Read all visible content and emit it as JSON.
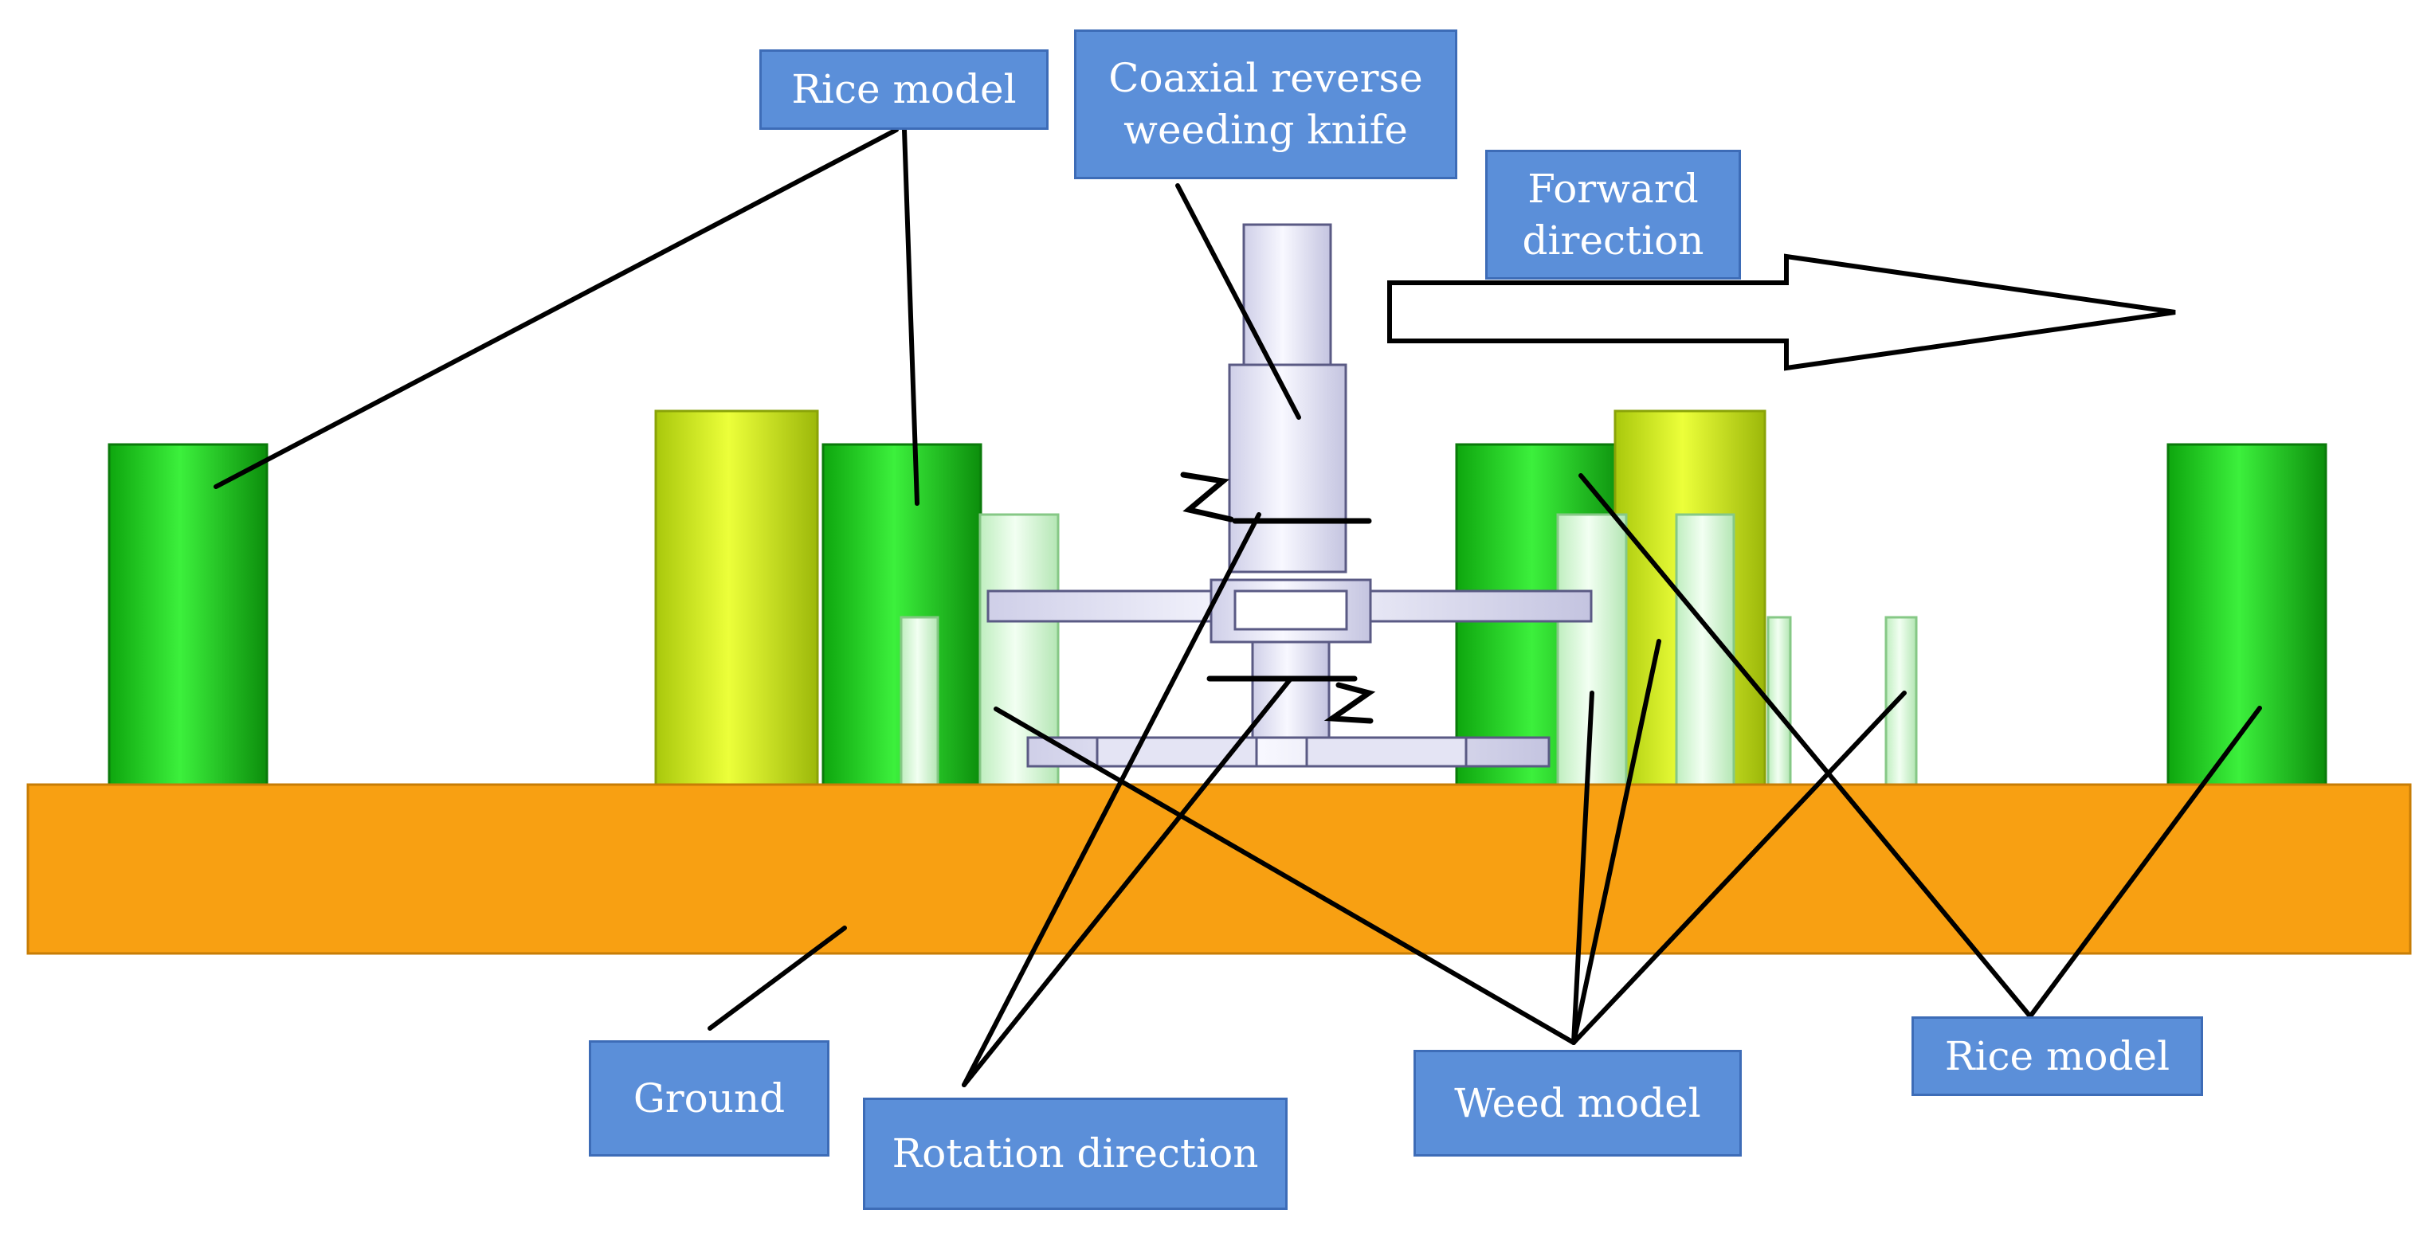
{
  "labels": {
    "rice_top": "Rice model",
    "knife": "Coaxial reverse\nweeding knife",
    "forward": "Forward\ndirection",
    "ground": "Ground",
    "rotation": "Rotation direction",
    "weed": "Weed model",
    "rice_bottom": "Rice model"
  },
  "colors": {
    "rice_green": "#1ed41e",
    "rice_yellow": "#d6f51f",
    "weed_pale": "#d9f8d9",
    "ground": "#f8a012",
    "knife": "#e8e8f6",
    "label_fill": "#5b8fd9",
    "leader": "#000000"
  }
}
